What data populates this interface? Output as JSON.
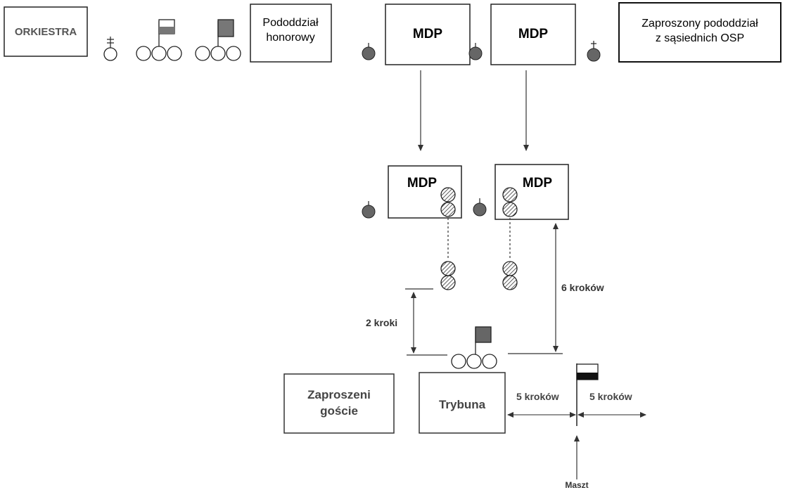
{
  "labels": {
    "orkiestra": "ORKIESTRA",
    "pododdzial_honorowy": [
      "Pododdział",
      "honorowy"
    ],
    "mdp": "MDP",
    "zaproszony_pododdzial": [
      "Zaproszony pododdział",
      "z sąsiednich OSP"
    ],
    "zaproszeni_goscie": [
      "Zaproszeni",
      "goście"
    ],
    "trybuna": "Trybuna",
    "maszt": "Maszt",
    "krokow_6": "6 kroków",
    "kroki_2": "2 kroki",
    "krokow_5": "5 kroków"
  }
}
